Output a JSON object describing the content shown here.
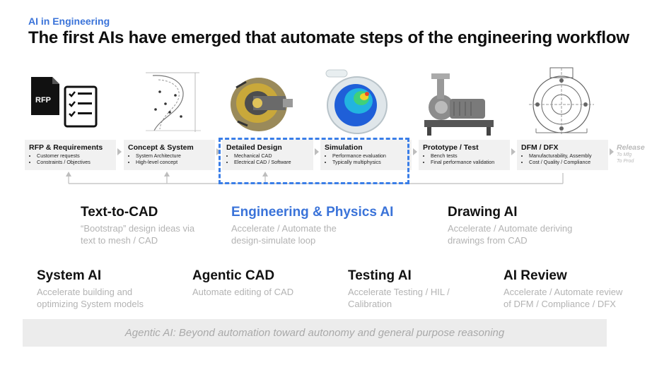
{
  "header": {
    "kicker": "AI in Engineering",
    "title": "The first AIs have emerged that automate steps of the engineering workflow"
  },
  "workflow": {
    "stages": [
      {
        "name": "RFP & Requirements",
        "bullets": [
          "Customer requests",
          "Constraints / Objectives"
        ]
      },
      {
        "name": "Concept & System",
        "bullets": [
          "System Architecture",
          "High-level concept"
        ]
      },
      {
        "name": "Detailed Design",
        "bullets": [
          "Mechanical CAD",
          "Electrical CAD / Software"
        ]
      },
      {
        "name": "Simulation",
        "bullets": [
          "Performance evaluation",
          "Typically multiphysics"
        ]
      },
      {
        "name": "Prototype / Test",
        "bullets": [
          "Bench tests",
          "Final performance validation"
        ]
      },
      {
        "name": "DFM / DFX",
        "bullets": [
          "Manufacturability, Assembly",
          "Cost / Quality / Compliance"
        ]
      }
    ],
    "release": {
      "name": "Release",
      "sub1": "To Mfg",
      "sub2": "To Prod"
    },
    "rfp_icon_text": "RFP",
    "colors": {
      "highlight": "#3a7ee8",
      "arrow": "#bdbdbd",
      "stage_bg": "#f1f1f1"
    }
  },
  "categories_row1": [
    {
      "title": "Text-to-CAD",
      "desc1": "“Bootstrap” design ideas via",
      "desc2": "text to mesh / CAD"
    },
    {
      "title": "Engineering & Physics AI",
      "desc1": "Accelerate / Automate the",
      "desc2": "design-simulate loop"
    },
    {
      "title": "Drawing AI",
      "desc1": "Accelerate / Automate deriving",
      "desc2": "drawings from CAD"
    }
  ],
  "categories_row2": [
    {
      "title": "System AI",
      "desc1": "Accelerate building and",
      "desc2": "optimizing System models"
    },
    {
      "title": "Agentic CAD",
      "desc1": "Automate editing of CAD",
      "desc2": ""
    },
    {
      "title": "Testing AI",
      "desc1": "Accelerate Testing / HIL /",
      "desc2": "Calibration"
    },
    {
      "title": "AI Review",
      "desc1": "Accelerate / Automate review",
      "desc2": "of DFM / Compliance / DFX"
    }
  ],
  "footer": {
    "text": "Agentic AI: Beyond automation toward autonomy and general purpose reasoning"
  }
}
